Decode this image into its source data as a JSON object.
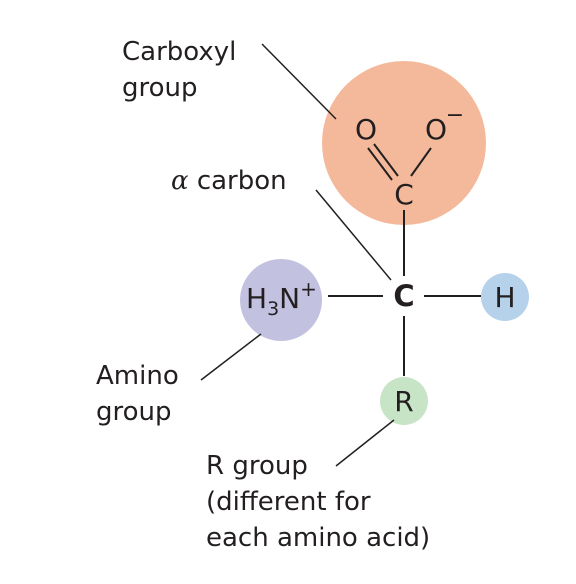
{
  "colors": {
    "carboxyl_circle": "#f4b99a",
    "amino_circle": "#c3c1e0",
    "hydrogen_circle": "#b6d1ea",
    "r_circle": "#c8e4c6",
    "lines": "#231f20"
  },
  "labels": {
    "carboxyl": [
      "Carboxyl",
      "group"
    ],
    "alpha_symbol": "α",
    "alpha_text": " carbon",
    "amino": [
      "Amino",
      "group"
    ],
    "r_group": [
      "R group",
      "(different for",
      "each amino acid)"
    ]
  },
  "atoms": {
    "oxygen_left": "O",
    "oxygen_right": "O",
    "oxygen_charge": "−",
    "carboxyl_carbon": "C",
    "central_carbon": "C",
    "amino_h": "H",
    "amino_subscript": "3",
    "amino_n": "N",
    "amino_charge": "+",
    "hydrogen": "H",
    "r": "R"
  }
}
